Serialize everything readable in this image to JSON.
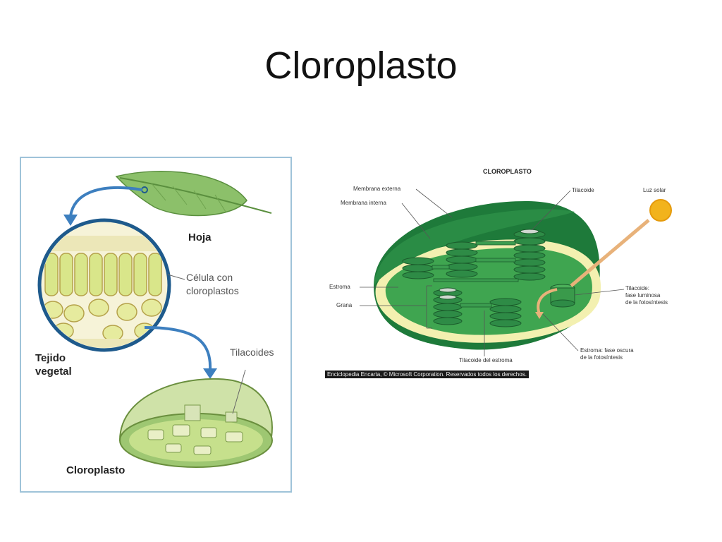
{
  "slide": {
    "title": "Cloroplasto"
  },
  "left_figure": {
    "labels": {
      "leaf": "Hoja",
      "cell_line1": "Célula con",
      "cell_line2": "cloroplastos",
      "tissue_line1": "Tejido",
      "tissue_line2": "vegetal",
      "thylakoids": "Tilacoides",
      "chloroplast": "Cloroplasto"
    },
    "colors": {
      "leaf": "#8cc06a",
      "arrow": "#3d7fbf",
      "circle_border": "#1e5a8c",
      "cell": "#e8e4a0"
    }
  },
  "right_figure": {
    "heading": "CLOROPLASTO",
    "labels": {
      "outer_membrane": "Membrana externa",
      "inner_membrane": "Membrana interna",
      "thylakoid": "Tilacoide",
      "sunlight": "Luz solar",
      "stroma": "Estroma",
      "granum": "Grana",
      "thylakoid_light_line1": "Tilacoide:",
      "thylakoid_light_line2": "fase luminosa",
      "thylakoid_light_line3": "de la fotosíntesis",
      "stroma_dark_line1": "Estroma: fase oscura",
      "stroma_dark_line2": "de la fotosíntesis",
      "stroma_thylakoid": "Tilacoide del estroma"
    },
    "copyright": "Enciclopedia Encarta, © Microsoft Corporation. Reservados todos los derechos.",
    "colors": {
      "outer": "#1e7a3a",
      "inner_rim": "#f3f0b0",
      "stroma": "#3fa550",
      "grana": "#2e8b46",
      "sun": "#f2b31c",
      "light_ray": "#e8b27a"
    }
  }
}
